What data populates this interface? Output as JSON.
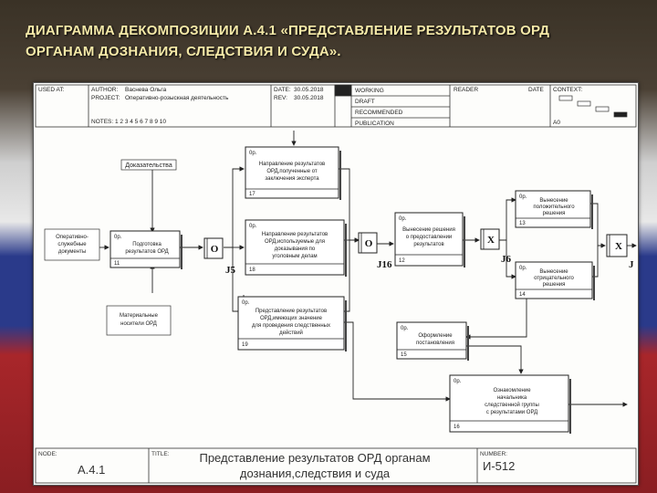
{
  "slide": {
    "title_line1": "ДИАГРАММА ДЕКОМПОЗИЦИИ А.4.1 «ПРЕДСТАВЛЕНИЕ РЕЗУЛЬТАТОВ ОРД",
    "title_line2": "ОРГАНАМ ДОЗНАНИЯ, СЛЕДСТВИЯ И СУДА»."
  },
  "header": {
    "used_at": "USED AT:",
    "author_label": "AUTHOR:",
    "author_value": "Васнева Ольга",
    "project_label": "PROJECT:",
    "project_value": "Оперативно-розыскная деятельность",
    "notes": "NOTES: 1 2 3 4 5 6 7 8 9 10",
    "date_label": "DATE:",
    "date_value": "30.05.2018",
    "rev_label": "REV:",
    "rev_value": "30.05.2018",
    "status": [
      "WORKING",
      "DRAFT",
      "RECOMMENDED",
      "PUBLICATION"
    ],
    "reader": "READER",
    "date2": "DATE",
    "context": "CONTEXT:",
    "context_node": "A0"
  },
  "boxes": {
    "b17": {
      "lines": [
        "Направление результатов",
        "ОРД,полученные от",
        "заключения эксперта"
      ],
      "num": "17",
      "tag": "0р."
    },
    "b11": {
      "lines": [
        "Подготовка",
        "результатов ОРД"
      ],
      "num": "11",
      "tag": "0р."
    },
    "b18": {
      "lines": [
        "Направление результатов",
        "ОРД,используемые для",
        "доказывания по",
        "уголовным делам"
      ],
      "num": "18",
      "tag": "0р."
    },
    "b19": {
      "lines": [
        "Представление результатов",
        "ОРД,имеющих значение",
        "для проведения следственных",
        "действий"
      ],
      "num": "19",
      "tag": "0р."
    },
    "b12": {
      "lines": [
        "Вынесение решения",
        "о предоставлении",
        "результатов"
      ],
      "num": "12",
      "tag": "0р."
    },
    "b13": {
      "lines": [
        "Вынесение",
        "положительного",
        "решения"
      ],
      "num": "13",
      "tag": "0р."
    },
    "b14": {
      "lines": [
        "Вынесение",
        "отрицательного",
        "решения"
      ],
      "num": "14",
      "tag": "0р."
    },
    "b15": {
      "lines": [
        "Оформление",
        "постановления"
      ],
      "num": "15",
      "tag": "0р."
    },
    "b16": {
      "lines": [
        "Ознакомление",
        "начальника",
        "следственной группы",
        "с результатами ОРД"
      ],
      "num": "16",
      "tag": "0р."
    }
  },
  "labels": {
    "evidence": "Доказательства",
    "operative_docs": [
      "Оперативно-",
      "служебные",
      "документы"
    ],
    "material_media": [
      "Материальные",
      "носители ОРД"
    ]
  },
  "junctions": {
    "j5": {
      "symbol": "O",
      "label": "J5"
    },
    "j16": {
      "symbol": "O",
      "label": "J16"
    },
    "j6": {
      "symbol": "X",
      "label": "J6"
    },
    "j_end": {
      "symbol": "X",
      "label": "J"
    }
  },
  "footer": {
    "node_label": "NODE:",
    "node_value": "A.4.1",
    "title_label": "TITLE:",
    "title_value_line1": "Представление результатов ОРД органам",
    "title_value_line2": "дознания,следствия и суда",
    "number_label": "NUMBER:",
    "number_value": "И-512"
  }
}
